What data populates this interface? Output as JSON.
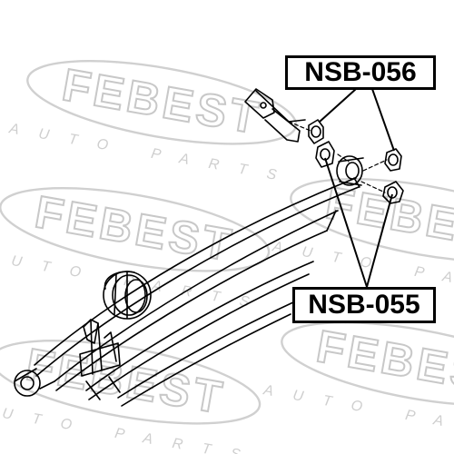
{
  "watermark": {
    "brand": "FEBEST",
    "tagline": "AUTO PARTS",
    "color": "#d8d8d8"
  },
  "parts": [
    {
      "part_number": "NSB-056"
    },
    {
      "part_number": "NSB-055"
    }
  ],
  "colors": {
    "line": "#000000",
    "background": "#ffffff"
  }
}
